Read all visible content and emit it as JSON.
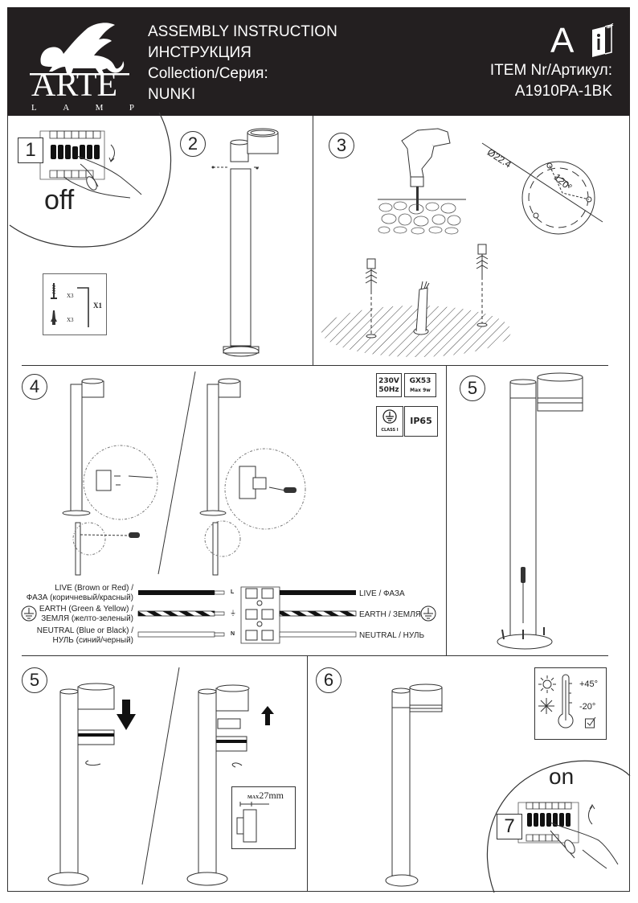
{
  "header": {
    "brand": "ARTE",
    "brand_sub": [
      "L",
      "A",
      "M",
      "P"
    ],
    "title_lines": [
      "ASSEMBLY INSTRUCTION",
      "ИНСТРУКЦИЯ",
      "Collection/Серия:",
      "NUNKI"
    ],
    "class_letter": "A",
    "item_label": "ITEM Nr/Артикул:",
    "item_number": "A1910PA-1BK"
  },
  "steps": {
    "s1": {
      "number": "1",
      "state": "off"
    },
    "s2": {
      "number": "2"
    },
    "s3": {
      "number": "3",
      "diameter": "Ø22.4",
      "angle": "120°"
    },
    "s4": {
      "number": "4"
    },
    "s5a": {
      "number": "5"
    },
    "s5b": {
      "number": "5",
      "max_label": "MAX",
      "max_value": "27mm"
    },
    "s6": {
      "number": "6",
      "temp_max": "+45°",
      "temp_min": "-20°"
    },
    "s7": {
      "number": "7",
      "state": "on"
    }
  },
  "parts": {
    "screw_qty": "X3",
    "anchor_qty": "X3",
    "key_qty": "X1"
  },
  "specs": {
    "voltage": "230V",
    "frequency": "50Hz",
    "socket": "GX53",
    "max_power": "Max 9w",
    "class": "CLASS I",
    "ip": "IP65"
  },
  "wiring": {
    "left": [
      {
        "line1": "LIVE (Brown or Red) /",
        "line2": "ФАЗА (коричневый/красный)"
      },
      {
        "line1": "EARTH (Green & Yellow) /",
        "line2": "ЗЕМЛЯ (желто-зеленый)"
      },
      {
        "line1": "NEUTRAL (Blue or Black) /",
        "line2": "НУЛЬ (синий/черный)"
      }
    ],
    "right": [
      "LIVE / ФАЗА",
      "EARTH / ЗЕМЛЯ",
      "NEUTRAL / НУЛЬ"
    ],
    "terminal_marks": [
      "L",
      "⏚",
      "N"
    ]
  },
  "colors": {
    "header_bg": "#231f20",
    "line": "#333333"
  }
}
